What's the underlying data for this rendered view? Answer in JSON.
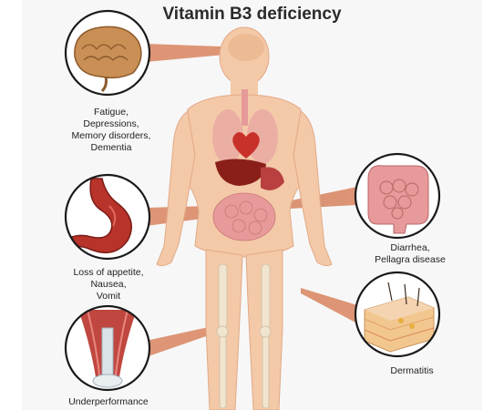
{
  "title": "Vitamin B3 deficiency",
  "callouts": {
    "brain": {
      "icon": "brain-icon",
      "lines": [
        "Fatigue,",
        "Depressions,",
        "Memory disorders,",
        "Dementia"
      ]
    },
    "stomach": {
      "icon": "stomach-icon",
      "lines": [
        "Loss of appetite,",
        "Nausea,",
        "Vomit"
      ]
    },
    "muscle": {
      "icon": "muscle-icon",
      "lines": [
        "Underperformance"
      ]
    },
    "intestine": {
      "icon": "intestine-icon",
      "lines": [
        "Diarrhea,",
        "Pellagra disease"
      ]
    },
    "skin": {
      "icon": "skin-layers-icon",
      "lines": [
        "Dermatitis"
      ]
    }
  },
  "colors": {
    "skin": "#f3c9a8",
    "skin_shadow": "#e3a987",
    "pointer": "#d98a66",
    "circle_border": "#1a1a1a",
    "organ_red": "#c8312a",
    "organ_pink": "#e69a9a"
  }
}
